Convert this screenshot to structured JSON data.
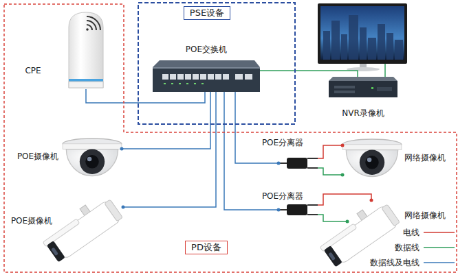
{
  "diagram": {
    "nodes": [
      {
        "text": [
          "PSE设备"
        ]
      },
      {
        "text": [
          "POE交换机"
        ],
        "in": 0
      },
      {
        "text": [
          "NVR录像机"
        ]
      },
      {
        "text": [
          "PD设备"
        ]
      },
      {
        "text": [
          "CPE"
        ],
        "in": 3
      },
      {
        "text": [
          "POE摄像机"
        ],
        "in": 3
      },
      {
        "text": [
          "POE分离器"
        ],
        "in": 3
      },
      {
        "text": [
          "网络摄像机"
        ],
        "in": 3
      },
      {
        "text": [
          "POE摄像机"
        ],
        "in": 3
      },
      {
        "text": [
          "POE分离器"
        ],
        "in": 3
      },
      {
        "text": [
          "网络摄像机"
        ],
        "in": 3
      }
    ],
    "edges": [
      {
        "from": 1,
        "to": 4,
        "arrow": "none"
      },
      {
        "from": 1,
        "to": 2,
        "arrow": "none"
      },
      {
        "from": 1,
        "to": 5,
        "arrow": "none"
      },
      {
        "from": 1,
        "to": 6,
        "arrow": "none"
      },
      {
        "from": 1,
        "to": 8,
        "arrow": "none"
      },
      {
        "from": 1,
        "to": 9,
        "arrow": "none"
      },
      {
        "from": 6,
        "to": 7,
        "arrow": "none"
      },
      {
        "from": 6,
        "to": 7,
        "arrow": "none"
      },
      {
        "from": 9,
        "to": 10,
        "arrow": "none"
      },
      {
        "from": 9,
        "to": 10,
        "arrow": "none"
      }
    ],
    "legend": [
      {
        "text": "电线"
      },
      {
        "text": "数据线"
      },
      {
        "text": "数据线及电线"
      }
    ]
  }
}
